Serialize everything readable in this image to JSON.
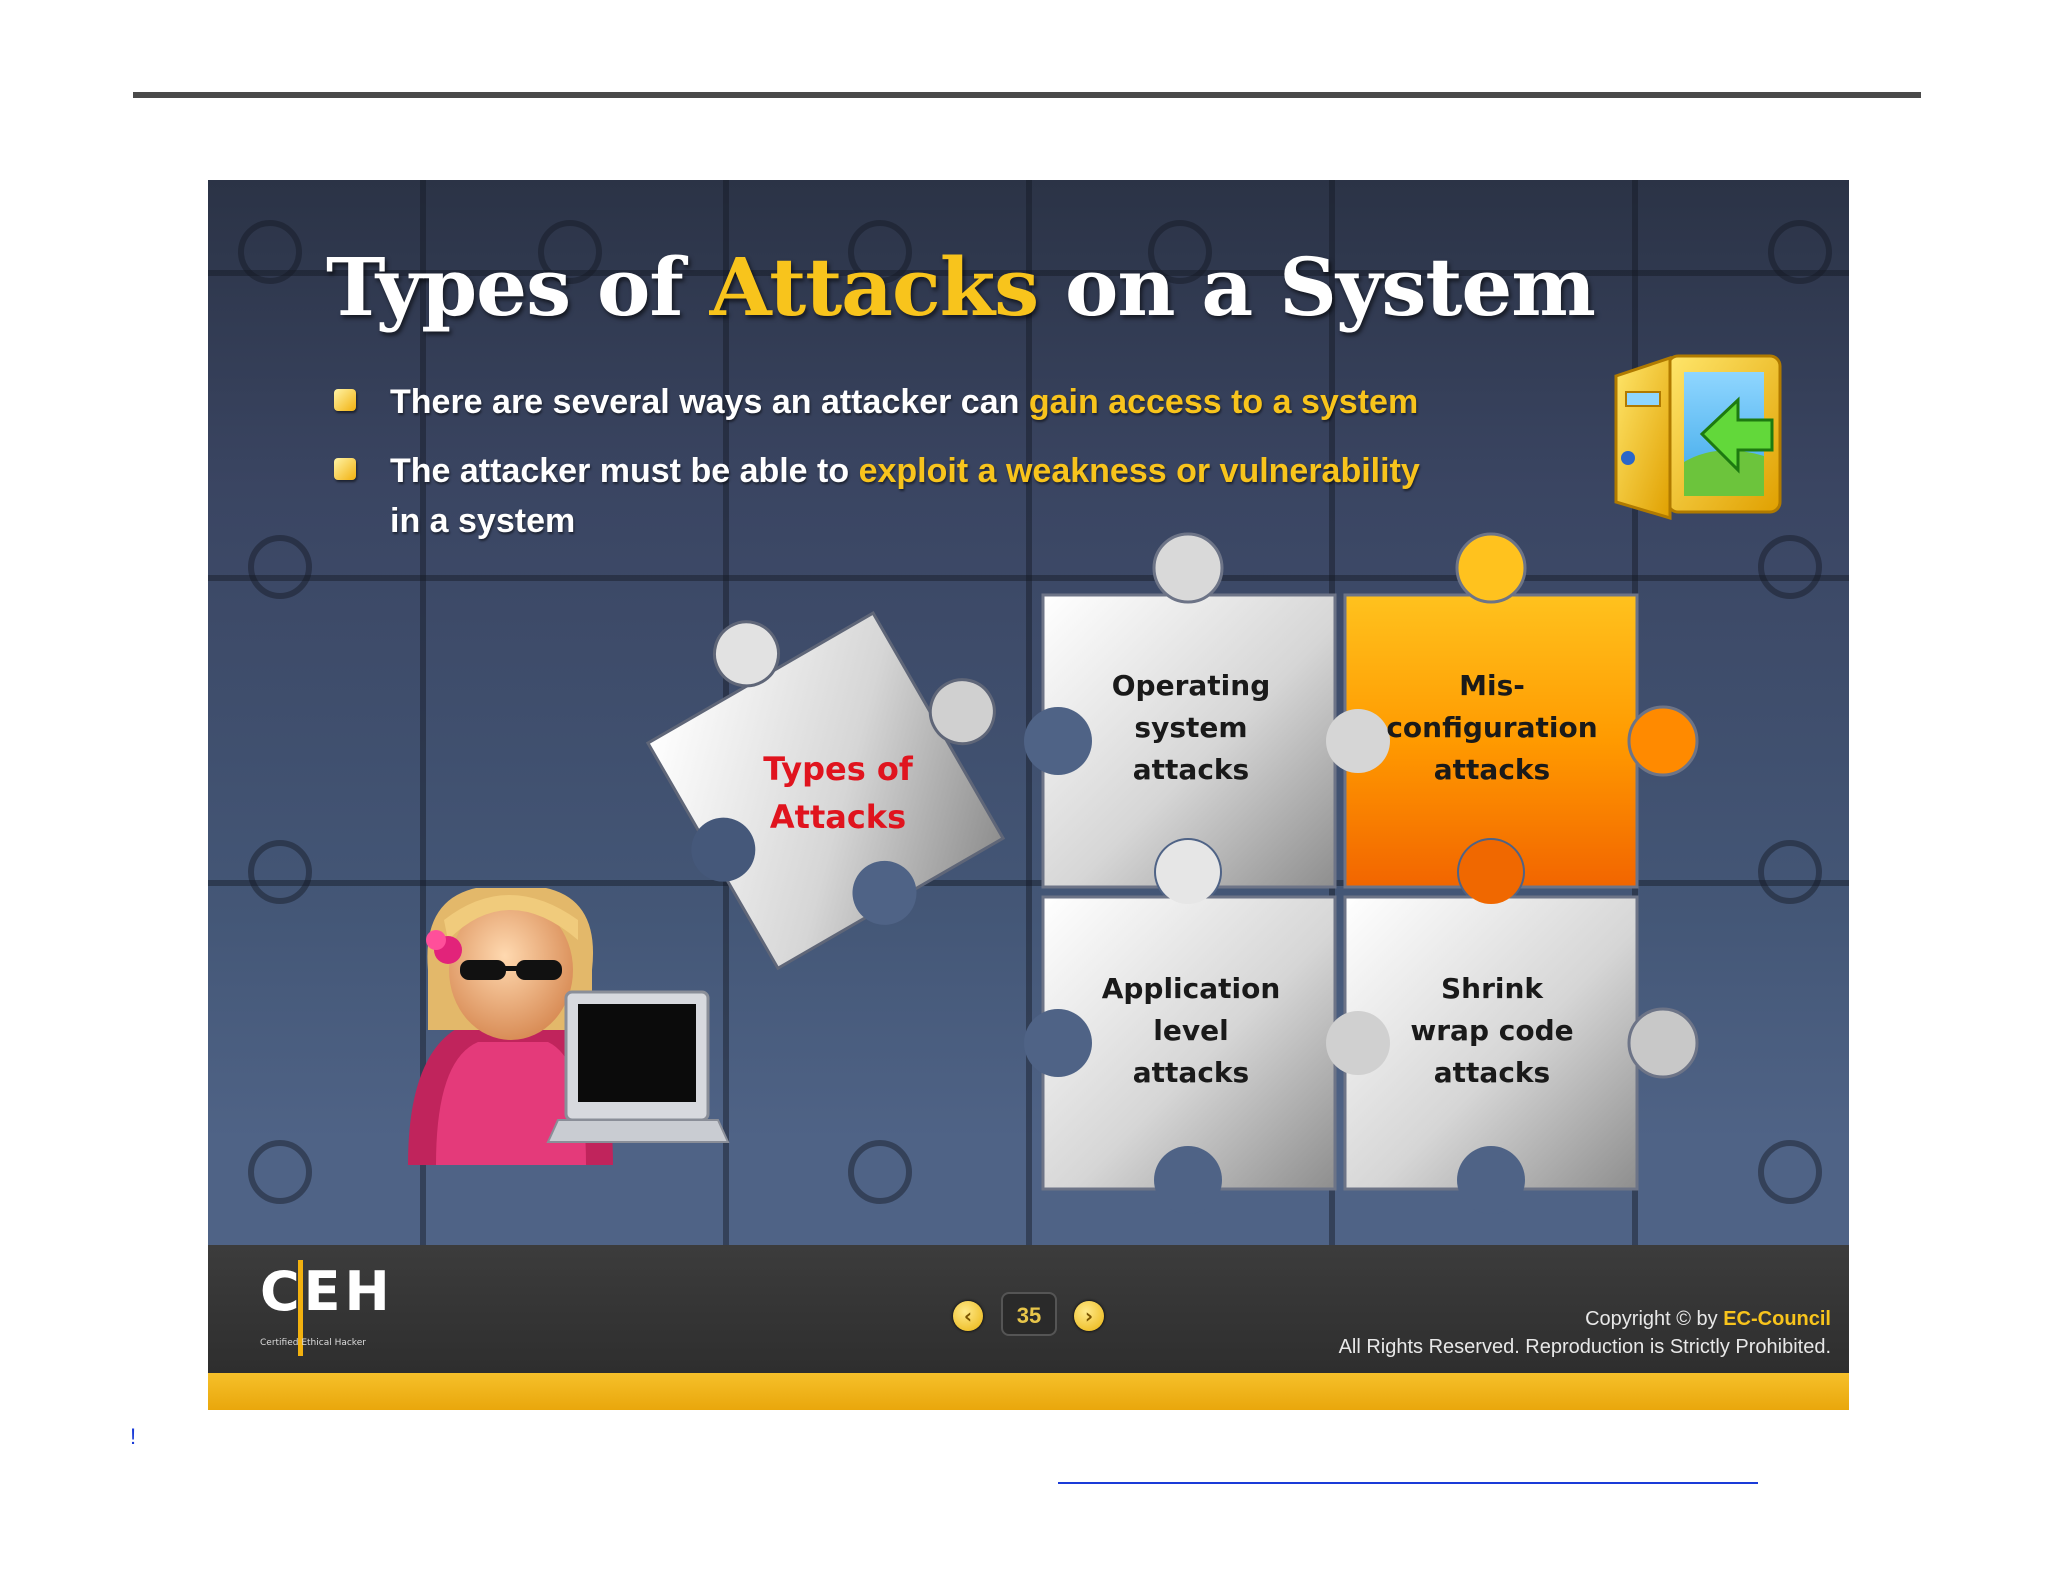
{
  "slide": {
    "title_pre": "Types of ",
    "title_highlight": "Attacks",
    "title_post": " on a System",
    "bullets": [
      {
        "pre": "There are several ways an attacker can ",
        "highlight": "gain access to a system",
        "post": ""
      },
      {
        "pre": "The attacker must be able to ",
        "highlight": "exploit a weakness or vulnerability",
        "post": " in a system"
      }
    ],
    "center_piece": [
      "Types of",
      "Attacks"
    ],
    "pieces": [
      [
        "Operating",
        "system",
        "attacks"
      ],
      [
        "Mis-",
        "configuration",
        "attacks"
      ],
      [
        "Application",
        "level",
        "attacks"
      ],
      [
        "Shrink",
        "wrap code",
        "attacks"
      ]
    ],
    "logo_text": "CEH",
    "logo_sub": "Certified   Ethical   Hacker",
    "page_number": "35",
    "copyright_line1_pre": "Copyright © by ",
    "copyright_brand": "EC-Council",
    "copyright_line2": "All Rights Reserved. Reproduction is Strictly Prohibited."
  },
  "document": {
    "stray_mark": "!"
  },
  "colors": {
    "highlight": "#f8c41c",
    "center_label": "#e0141e",
    "orange_piece": "#ff7a00",
    "silver_piece": "#d8d8d8"
  },
  "icons": [
    "door-arrow-icon",
    "hacker-avatar-icon",
    "laptop-icon",
    "prev-arrow-icon",
    "next-arrow-icon"
  ]
}
